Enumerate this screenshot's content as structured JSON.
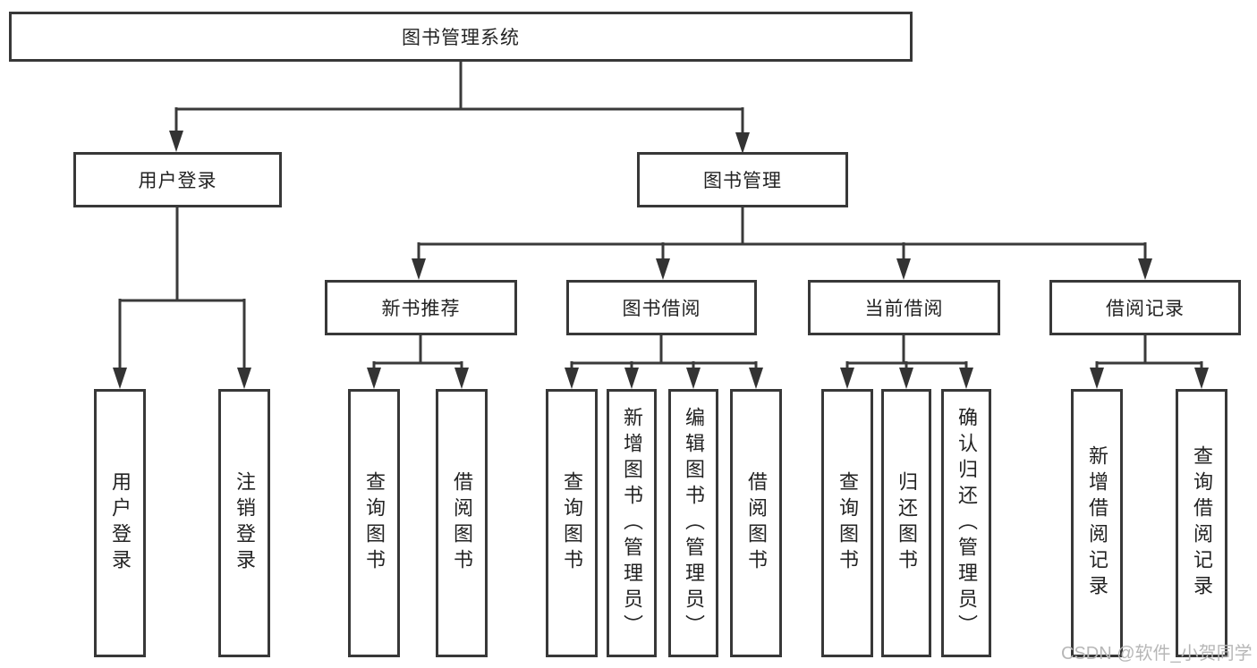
{
  "nodes": {
    "root": "图书管理系统",
    "user_login": "用户登录",
    "book_mgmt": "图书管理",
    "new_book_rec": "新书推荐",
    "book_borrow": "图书借阅",
    "current_borrow": "当前借阅",
    "borrow_records": "借阅记录",
    "leaf_user_login": "用户登录",
    "leaf_logout": "注销登录",
    "leaf_query_book_1": "查询图书",
    "leaf_borrow_book_1": "借阅图书",
    "leaf_query_book_2": "查询图书",
    "leaf_add_book": "新增图书（管理员）",
    "leaf_edit_book": "编辑图书（管理员）",
    "leaf_borrow_book_2": "借阅图书",
    "leaf_query_book_3": "查询图书",
    "leaf_return_book": "归还图书",
    "leaf_confirm_return": "确认归还（管理员）",
    "leaf_add_borrow_record": "新增借阅记录",
    "leaf_query_borrow_record": "查询借阅记录"
  },
  "watermark": "CSDN @软件_小贺同学",
  "colors": {
    "line": "#3a3a3a",
    "box_border": "#383838",
    "text": "#232323",
    "watermark": "#b7b7b7",
    "background": "#ffffff"
  }
}
